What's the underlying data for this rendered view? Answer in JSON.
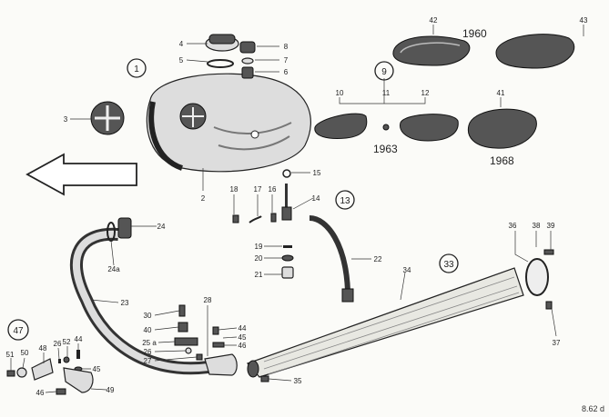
{
  "title": "Fuel tank and exhaust system parts diagram",
  "group_numbers": [
    "1",
    "9",
    "13",
    "33",
    "47"
  ],
  "years": [
    "1960",
    "1963",
    "1968"
  ],
  "callouts": {
    "p2": "2",
    "p3": "3",
    "p4": "4",
    "p5": "5",
    "p6": "6",
    "p7": "7",
    "p8": "8",
    "p10": "10",
    "p11": "11",
    "p12": "12",
    "p14": "14",
    "p15": "15",
    "p16": "16",
    "p17": "17",
    "p18": "18",
    "p19": "19",
    "p20": "20",
    "p21": "21",
    "p22": "22",
    "p23": "23",
    "p24": "24",
    "p24a": "24a",
    "p25a": "25 a",
    "p26": "26",
    "p26b": "26",
    "p27": "27",
    "p28": "28",
    "p30": "30",
    "p34": "34",
    "p35": "35",
    "p36": "36",
    "p37": "37",
    "p38": "38",
    "p39": "39",
    "p40": "40",
    "p41": "41",
    "p42": "42",
    "p43": "43",
    "p44": "44",
    "p44b": "44",
    "p45": "45",
    "p45b": "45",
    "p46": "46",
    "p46b": "46",
    "p48": "48",
    "p49": "49",
    "p50": "50",
    "p51": "51",
    "p52": "52"
  },
  "footer_code": "8.62 d"
}
